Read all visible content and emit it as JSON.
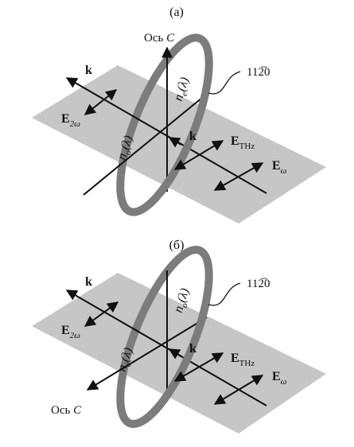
{
  "panels": [
    {
      "id": "a",
      "label": "(а)",
      "axis_label": "Ось",
      "axis_var": "C",
      "plane_label": "112̅0",
      "ring_top": {
        "base": "n",
        "sub": "e",
        "arg": "(λ)"
      },
      "ring_side": {
        "base": "n",
        "sub": "o",
        "arg": "(λ)"
      },
      "k_upper": "k",
      "k_lower": "k",
      "e2w": {
        "base": "E",
        "sub": "2ω"
      },
      "ethz": {
        "base": "E",
        "sub": "THz"
      },
      "ew": {
        "base": "E",
        "sub": "ω"
      }
    },
    {
      "id": "b",
      "label": "(б)",
      "axis_label": "Ось",
      "axis_var": "C",
      "plane_label": "112̅0",
      "ring_top": {
        "base": "n",
        "sub": "o",
        "arg": "(λ)"
      },
      "ring_side": {
        "base": "n",
        "sub": "e",
        "arg": "(λ)"
      },
      "k_upper": "k",
      "k_lower": "k",
      "e2w": {
        "base": "E",
        "sub": "2ω"
      },
      "ethz": {
        "base": "E",
        "sub": "THz"
      },
      "ew": {
        "base": "E",
        "sub": "ω"
      }
    }
  ],
  "colors": {
    "plane": "#c6c6c6",
    "ring": "#7c7c7c",
    "ring_edge": "#555555",
    "ink": "#111111"
  }
}
